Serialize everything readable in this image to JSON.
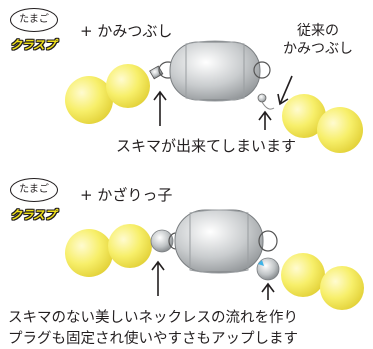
{
  "top": {
    "badge_top": "たまご",
    "badge_bottom": "クラスプ",
    "plus_label": "+ かみつぶし",
    "traditional_line1": "従来の",
    "traditional_line2": "かみつぶし",
    "caption": "スキマが出来てしまいます"
  },
  "bottom": {
    "badge_top": "たまご",
    "badge_bottom": "クラスプ",
    "plus_label": "+ かざりっ子",
    "caption_line1": "スキマのない美しいネックレスの流れを作り",
    "caption_line2": "プラグも固定され使いやすさもアップします"
  },
  "colors": {
    "pearl_yellow": "#f7ef6a",
    "pearl_light": "#fffbd0",
    "clasp_silver": "#c9ccce",
    "badge_yellow": "#f2e21a",
    "outline": "#231f20"
  }
}
